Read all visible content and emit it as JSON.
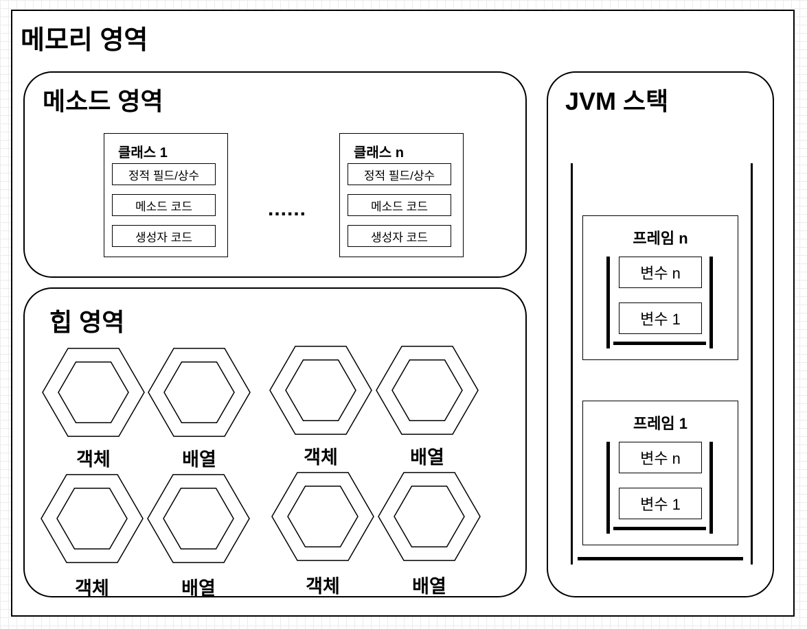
{
  "memory": {
    "title": "메모리 영역"
  },
  "method_area": {
    "title": "메소드 영역",
    "ellipsis": "......",
    "classes": [
      {
        "title": "클래스 1",
        "slots": [
          "정적 필드/상수",
          "메소드 코드",
          "생성자 코드"
        ]
      },
      {
        "title": "클래스 n",
        "slots": [
          "정적 필드/상수",
          "메소드 코드",
          "생성자 코드"
        ]
      }
    ]
  },
  "heap_area": {
    "title": "힙 영역",
    "items": [
      "객체",
      "배열",
      "객체",
      "배열",
      "객체",
      "배열",
      "객체",
      "배열"
    ]
  },
  "jvm_stack": {
    "title": "JVM 스택",
    "frames": [
      {
        "title": "프레임 n",
        "vars": [
          "변수 n",
          "변수 1"
        ]
      },
      {
        "title": "프레임 1",
        "vars": [
          "변수 n",
          "변수 1"
        ]
      }
    ]
  }
}
